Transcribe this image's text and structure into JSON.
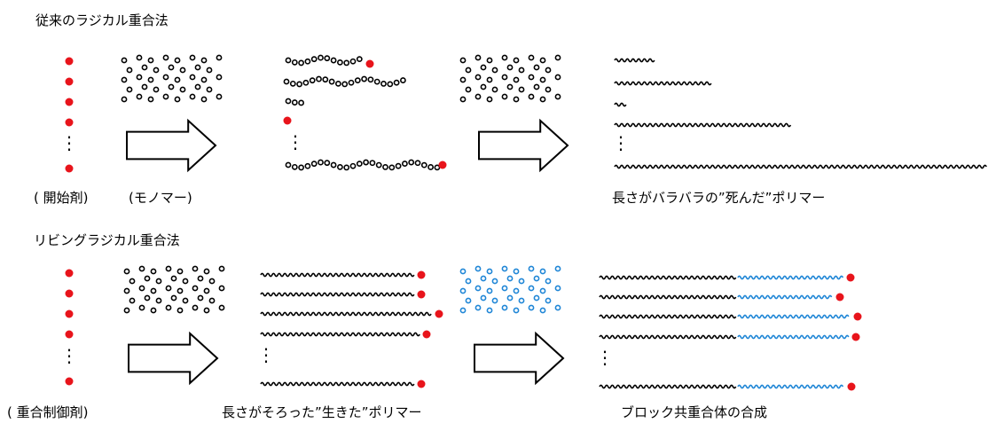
{
  "conventional": {
    "heading": "従来のラジカル重合法",
    "initiator_label": "( 開始剤)",
    "monomer_label": "(モノマー)",
    "result_label": "長さがバラバラの”死んだ”ポリマー"
  },
  "living": {
    "heading": "リビングラジカル重合法",
    "control_label": "( 重合制御剤)",
    "living_label": "長さがそろった”生きた”ポリマー",
    "block_label": "ブロック共重合体の合成"
  },
  "colors": {
    "red": "#e8141b",
    "blue": "#1f86d6",
    "black": "#000000"
  },
  "glyphs": {
    "ellipsis": "⋮"
  }
}
